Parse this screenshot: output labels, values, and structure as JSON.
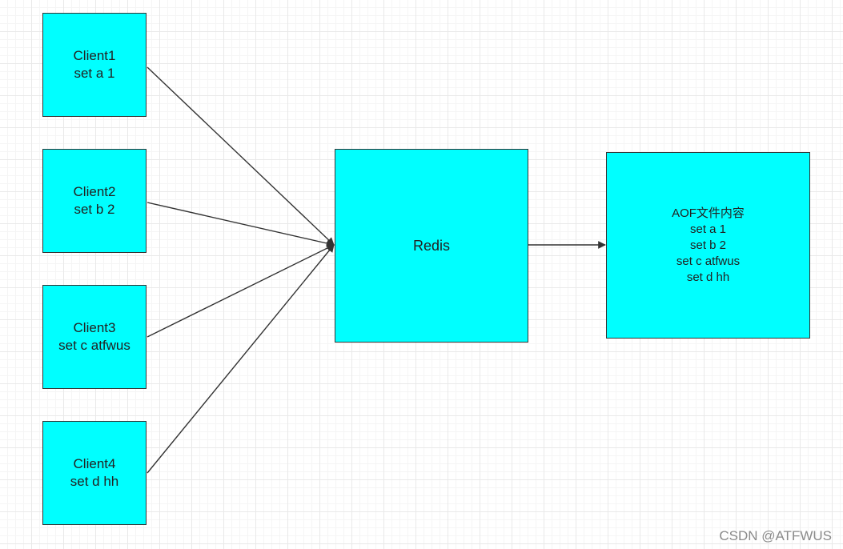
{
  "colors": {
    "box_fill": "#00ffff",
    "stroke": "#333333"
  },
  "clients": [
    {
      "name": "Client1",
      "command": "set a 1"
    },
    {
      "name": "Client2",
      "command": "set b 2"
    },
    {
      "name": "Client3",
      "command": "set c atfwus"
    },
    {
      "name": "Client4",
      "command": "set d hh"
    }
  ],
  "redis": {
    "label": "Redis"
  },
  "aof": {
    "title": "AOF文件内容",
    "lines": [
      "set a 1",
      "set b 2",
      "set c atfwus",
      "set d hh"
    ]
  },
  "watermark": "CSDN @ATFWUS"
}
